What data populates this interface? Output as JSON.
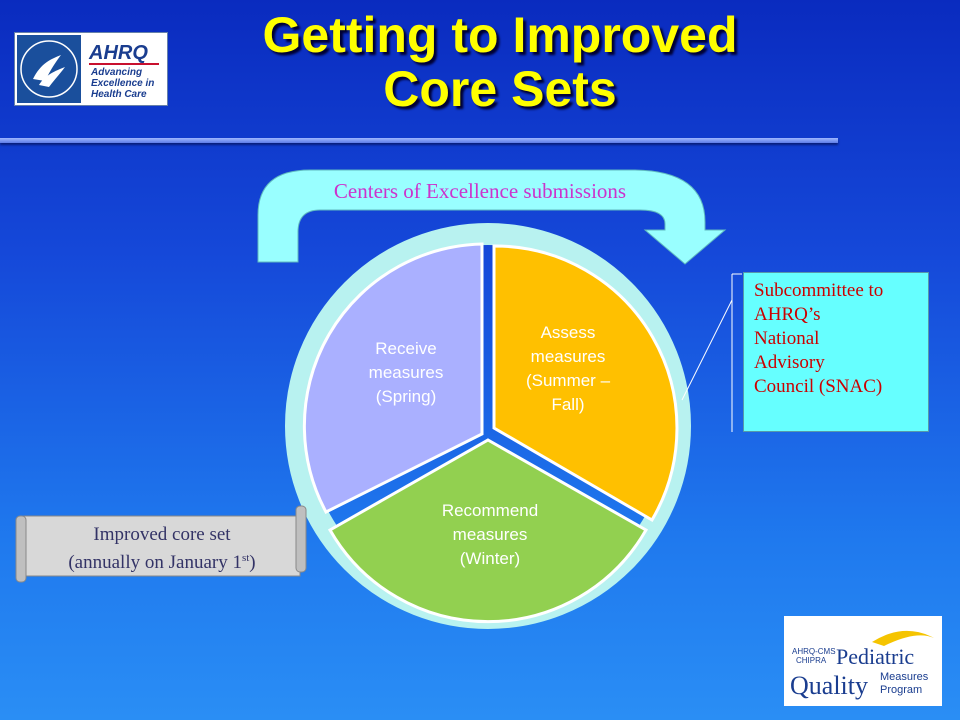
{
  "title": {
    "line1": "Getting to Improved",
    "line2": "Core Sets"
  },
  "cycle": {
    "top_arrow_label": "Centers of Excellence submissions",
    "segments": [
      {
        "line1": "Receive",
        "line2": "measures",
        "line3": "(Spring)",
        "color": "#aab0ff"
      },
      {
        "line1": "Assess",
        "line2": "measures",
        "line3": "(Summer –",
        "line4": "Fall)",
        "color": "#ffc000"
      },
      {
        "line1": "Recommend",
        "line2": "measures",
        "line3": "(Winter)",
        "color": "#92d050"
      }
    ],
    "ring_color": "#b8f2f0",
    "arrow_color": "#99ffff"
  },
  "snac_box": {
    "lines": [
      "Subcommittee to",
      "AHRQ’s",
      "National",
      "Advisory",
      "Council (SNAC)"
    ]
  },
  "scroll": {
    "line1": "Improved core set",
    "line2_prefix": "(annually on January 1",
    "superscript": "st",
    "line2_suffix": ")"
  },
  "logo_left": {
    "brand": "AHRQ",
    "tagline1": "Advancing",
    "tagline2": "Excellence in",
    "tagline3": "Health Care"
  },
  "logo_right": {
    "small1": "AHRQ-CMS",
    "small2": "CHIPRA",
    "word1": "Pediatric",
    "word2": "Quality",
    "small3": "Measures",
    "small4": "Program"
  }
}
